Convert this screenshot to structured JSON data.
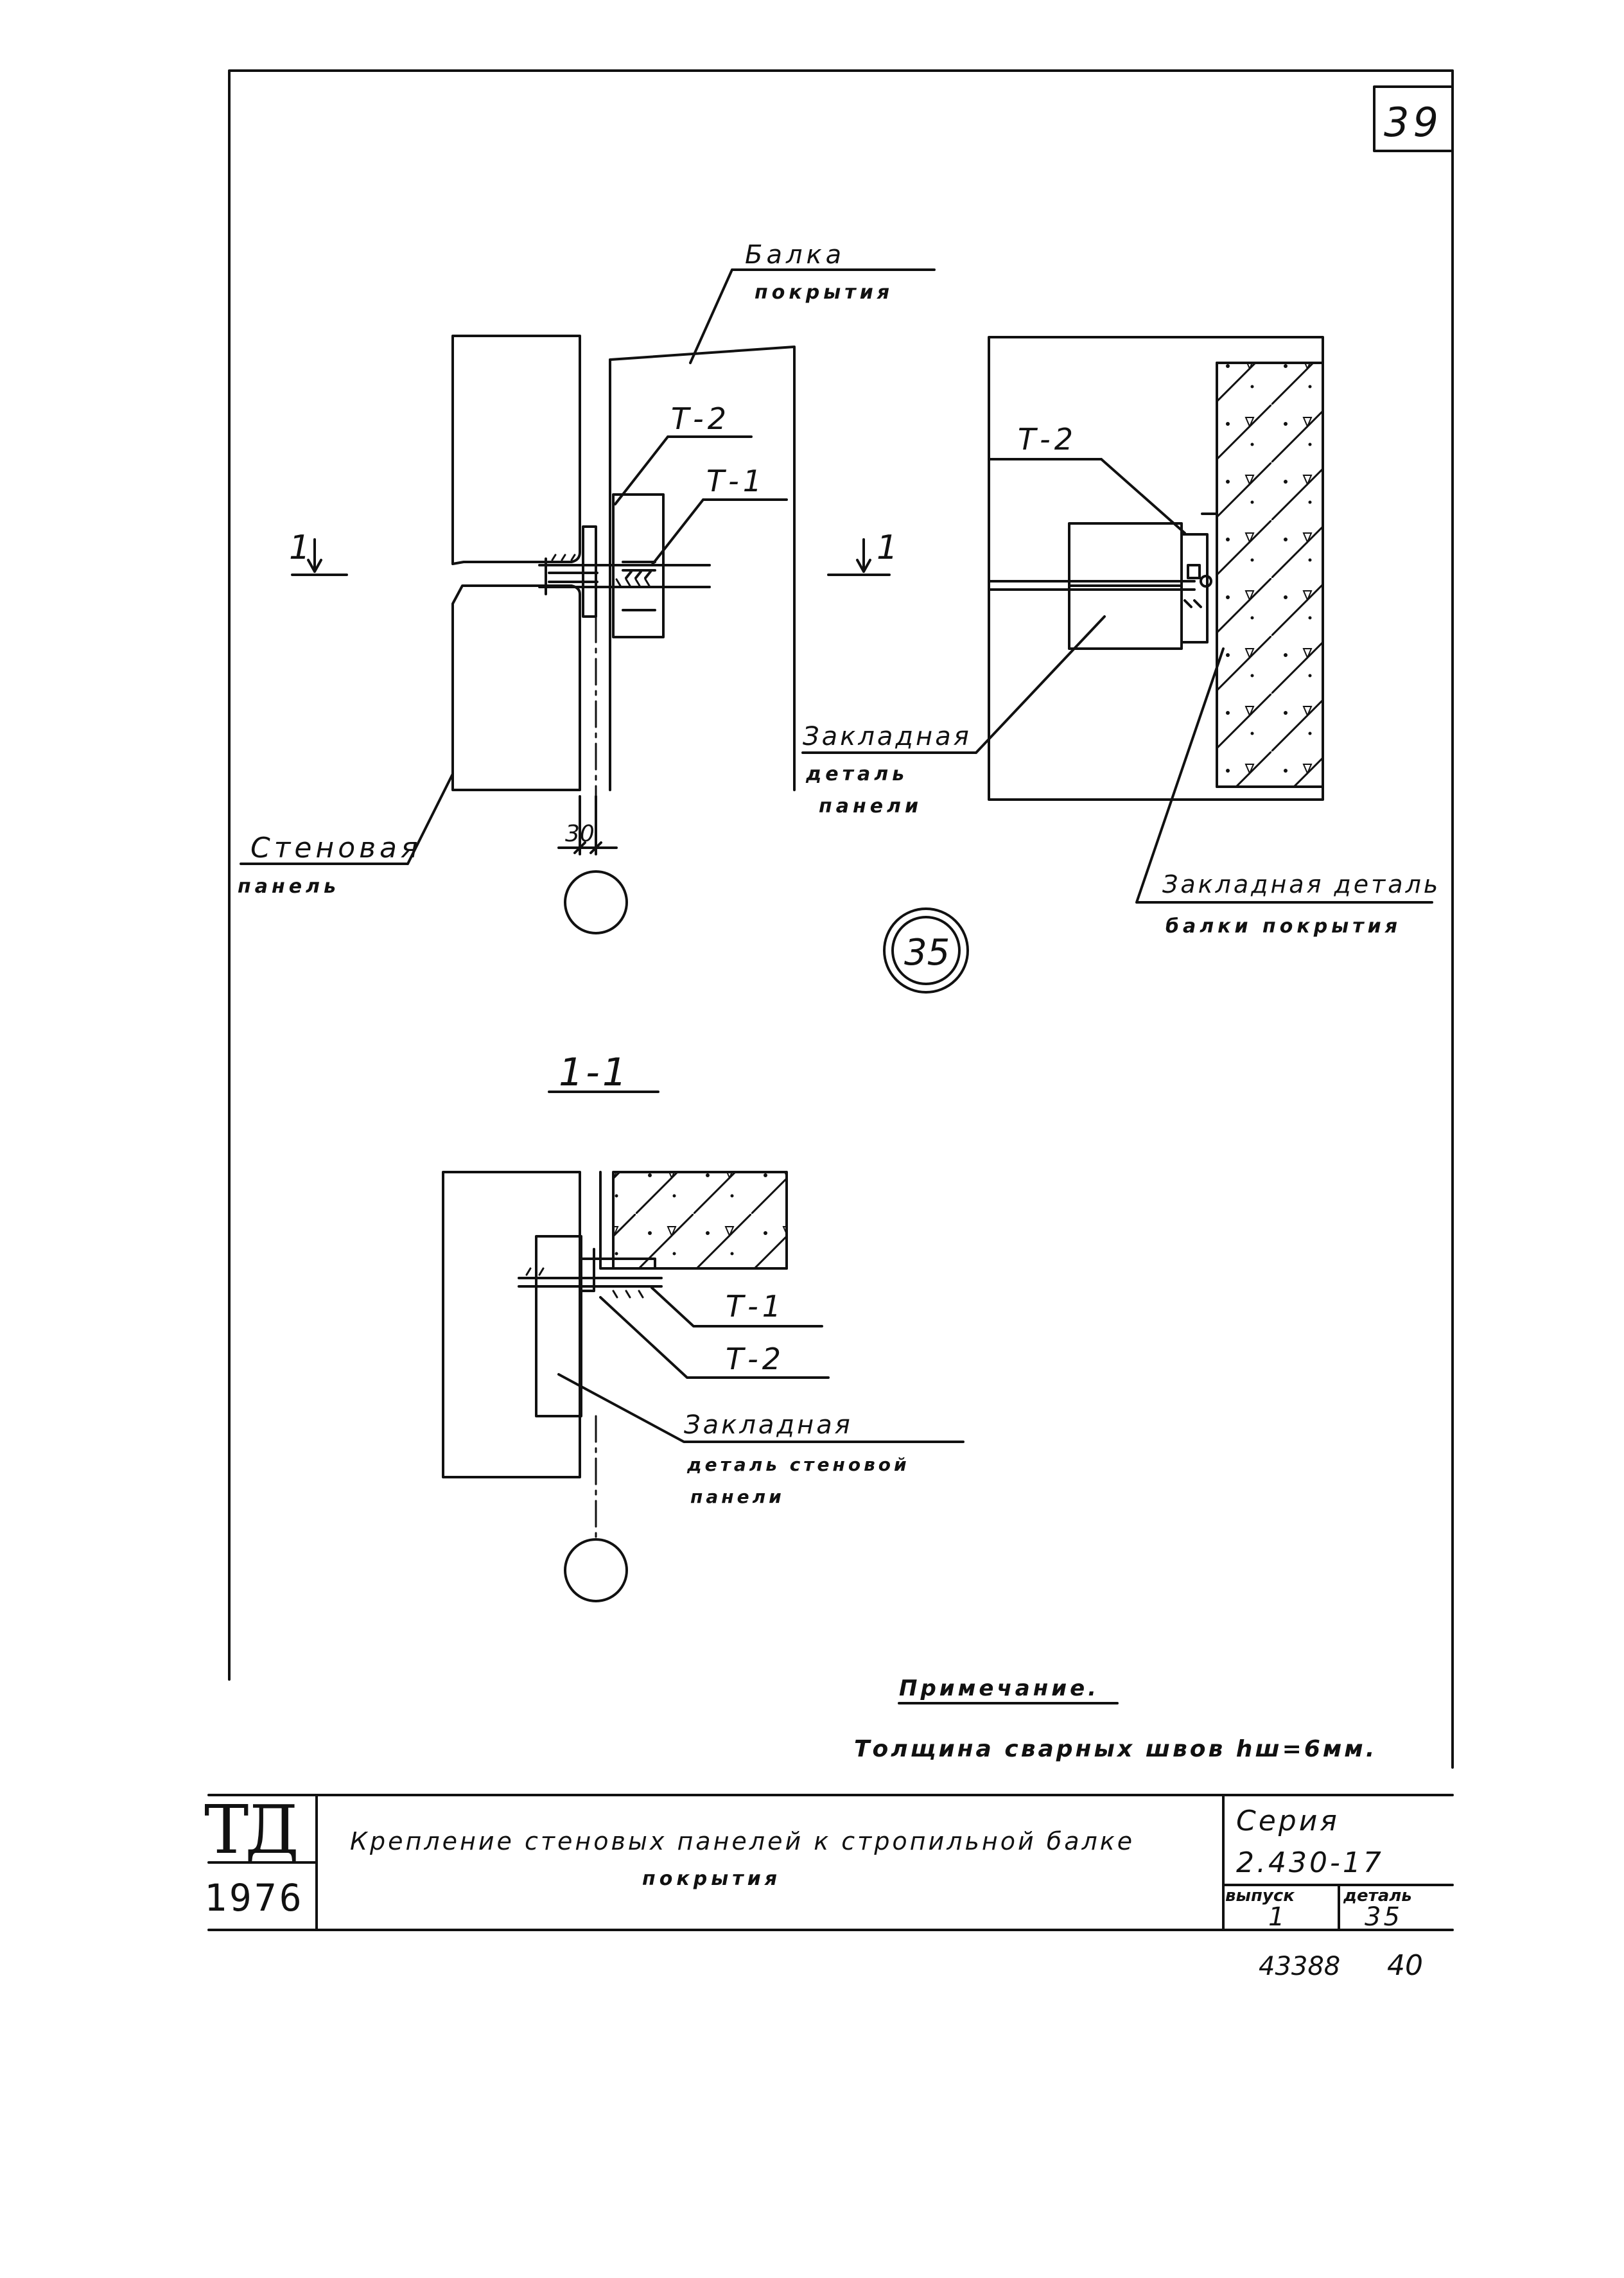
{
  "sheet": {
    "page_number": "39",
    "sheet_footer_left": "43388",
    "sheet_footer_right": "40"
  },
  "elevation": {
    "beam_label_1": "Балка",
    "beam_label_2": "покрытия",
    "t2_label": "Т-2",
    "t1_label": "Т-1",
    "section_mark_left": "1",
    "section_mark_right": "1",
    "panel_label_1": "Стеновая",
    "panel_label_2": "панель",
    "dimension_30": "30"
  },
  "side_view": {
    "t2_label": "Т-2",
    "embed_panel_1": "Закладная",
    "embed_panel_2": "деталь",
    "embed_panel_3": "панели",
    "embed_beam_1": "Закладная деталь",
    "embed_beam_2": "балки покрытия"
  },
  "detail_marker": "35",
  "section": {
    "title": "1-1",
    "t1_label": "Т-1",
    "t2_label": "Т-2",
    "embed_1": "Закладная",
    "embed_2": "деталь стеновой",
    "embed_3": "панели"
  },
  "note": {
    "heading": "Примечание.",
    "text": "Толщина сварных швов hш=6мм."
  },
  "title_block": {
    "logo": "ТД",
    "year": "1976",
    "title_line_1": "Крепление стеновых панелей к стропильной балке",
    "title_line_2": "покрытия",
    "series_label": "Серия",
    "series_value": "2.430-17",
    "issue_label": "выпуск",
    "issue_value": "1",
    "detail_label": "деталь",
    "detail_value": "35"
  }
}
